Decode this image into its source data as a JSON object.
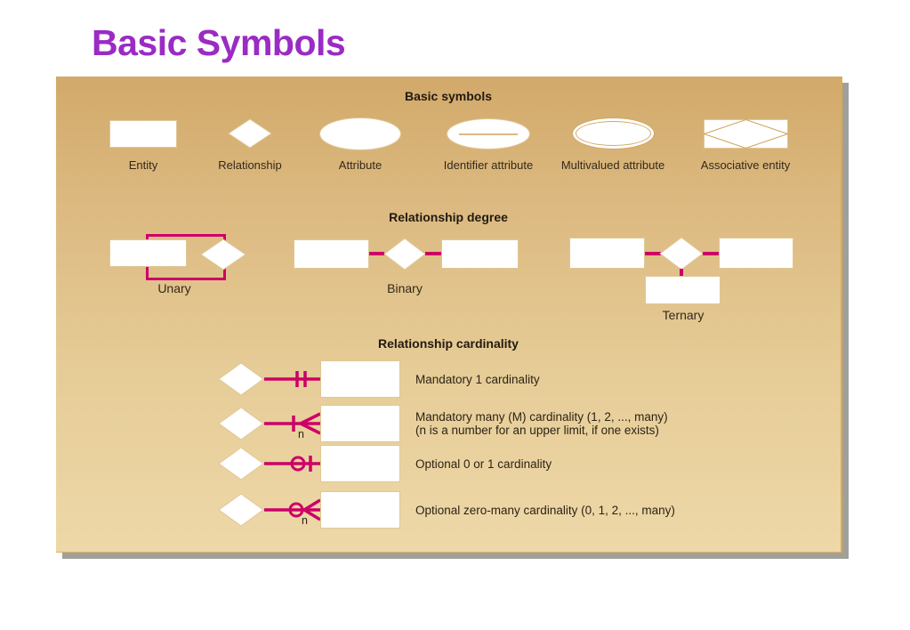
{
  "slide": {
    "title": "Basic Symbols"
  },
  "colors": {
    "title_purple": "#9a2bc4",
    "diagram_magenta": "#cc0066",
    "panel_tan_top": "#d2a96a",
    "panel_tan_bottom": "#eed8a8"
  },
  "figure": {
    "basic_symbols": {
      "heading": "Basic symbols",
      "items": [
        {
          "shape": "rectangle",
          "label": "Entity"
        },
        {
          "shape": "diamond",
          "label": "Relationship"
        },
        {
          "shape": "ellipse",
          "label": "Attribute"
        },
        {
          "shape": "ellipse-with-line",
          "label": "Identifier attribute"
        },
        {
          "shape": "double-ellipse",
          "label": "Multivalued attribute"
        },
        {
          "shape": "rectangle-with-inscribed-diamond",
          "label": "Associative entity"
        }
      ]
    },
    "relationship_degree": {
      "heading": "Relationship degree",
      "items": [
        {
          "label": "Unary"
        },
        {
          "label": "Binary"
        },
        {
          "label": "Ternary"
        }
      ]
    },
    "relationship_cardinality": {
      "heading": "Relationship cardinality",
      "rows": [
        {
          "symbol": "mandatory-one",
          "label": "Mandatory 1 cardinality"
        },
        {
          "symbol": "mandatory-many",
          "marker": "n",
          "label": "Mandatory many (M) cardinality (1, 2, ..., many)",
          "sublabel": "(n is a number for an upper limit, if one exists)"
        },
        {
          "symbol": "optional-zero-or-one",
          "label": "Optional 0 or 1 cardinality"
        },
        {
          "symbol": "optional-zero-many",
          "marker": "n",
          "label": "Optional zero-many cardinality (0, 1, 2, ..., many)"
        }
      ]
    }
  }
}
